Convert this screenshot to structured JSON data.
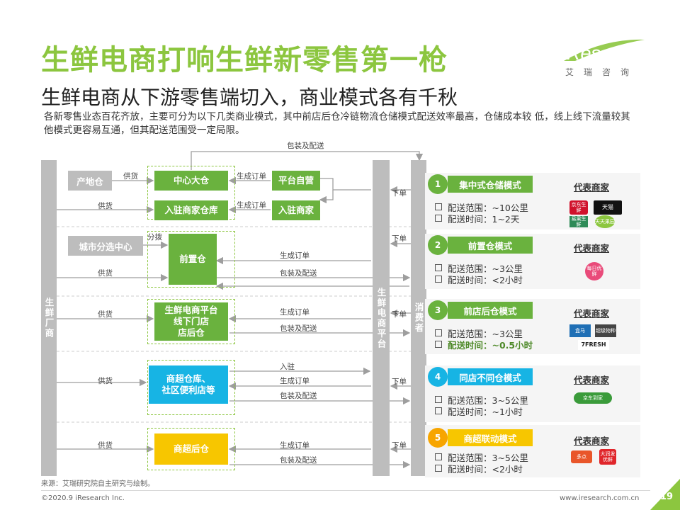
{
  "header": {
    "title": "生鲜电商打响生鲜新零售第一枪",
    "subtitle": "生鲜电商从下游零售端切入，商业模式各有千秋",
    "description": "各新零售业态百花齐放，主要可分为以下几类商业模式，其中前店后仓冷链物流仓储模式配送效率最高，仓储成本较 低，线上线下流量较其他模式更容易互通，但其配送范围受一定局限。"
  },
  "logo": {
    "main": "iResearch",
    "sub": "艾瑞咨询"
  },
  "diagram": {
    "manufacturer": "生鲜厂商",
    "platform": "生鲜电商平台",
    "consumer": "消费者",
    "top_label": "包装及配送",
    "nodes": {
      "origin_warehouse": "产地仓",
      "central_warehouse": "中心大仓",
      "self_operated": "平台自营",
      "merchant_warehouse": "入驻商家仓库",
      "merchant": "入驻商家",
      "city_sorting": "城市分选中心",
      "front_warehouse": "前置仓",
      "front_store": "生鲜电商平台\n线下门店\n店后仓",
      "supermarket_store": "商超仓库、\n社区便利店等",
      "supermarket_back": "商超后仓"
    },
    "labels": {
      "supply": "供货",
      "order": "生成订单",
      "pack": "包装及配送",
      "place_order": "下单",
      "allocate": "分拨",
      "settle": "入驻"
    }
  },
  "models": [
    {
      "num": "1",
      "name": "集中式仓储模式",
      "range": "配送范围：~10公里",
      "time": "配送时间：1~2天",
      "rep_label": "代表商家",
      "color": "#6ab23e",
      "merchants": [
        "京东生鲜",
        "天猫",
        "易果生鲜",
        "天天果园"
      ]
    },
    {
      "num": "2",
      "name": "前置仓模式",
      "range": "配送范围：~3公里",
      "time": "配送时间：<2小时",
      "rep_label": "代表商家",
      "color": "#6ab23e",
      "merchants": [
        "每日优鲜"
      ]
    },
    {
      "num": "3",
      "name": "前店后仓模式",
      "range": "配送范围：~3公里",
      "time": "配送时间：~0.5小时",
      "rep_label": "代表商家",
      "color": "#6ab23e",
      "merchants": [
        "盒马",
        "超级物种",
        "7FRESH"
      ]
    },
    {
      "num": "4",
      "name": "同店不同仓模式",
      "range": "配送范围：3~5公里",
      "time": "配送时间：~1小时",
      "rep_label": "代表商家",
      "color": "#17b4e4",
      "merchants": [
        "京东到家"
      ]
    },
    {
      "num": "5",
      "name": "商超联动模式",
      "range": "配送范围：3~5公里",
      "time": "配送时间：<2小时",
      "rep_label": "代表商家",
      "color": "#f7c600",
      "merchants": [
        "多点",
        "大润发优鲜"
      ]
    }
  ],
  "footer": {
    "source": "来源：艾瑞研究院自主研究与绘制。",
    "copyright": "©2020.9 iResearch Inc.",
    "url": "www.iresearch.com.cn",
    "page": "19"
  }
}
